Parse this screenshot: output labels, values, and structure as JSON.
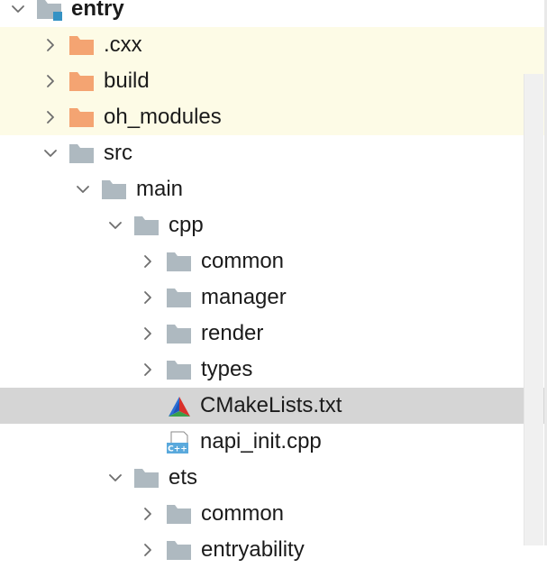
{
  "tree": {
    "rows": [
      {
        "name": "entry",
        "depth": 0,
        "expanded": true,
        "icon": "module-folder-icon",
        "bold": true
      },
      {
        "name": ".cxx",
        "depth": 1,
        "expanded": false,
        "icon": "excluded-folder-icon",
        "excluded": true
      },
      {
        "name": "build",
        "depth": 1,
        "expanded": false,
        "icon": "excluded-folder-icon",
        "excluded": true
      },
      {
        "name": "oh_modules",
        "depth": 1,
        "expanded": false,
        "icon": "excluded-folder-icon",
        "excluded": true
      },
      {
        "name": "src",
        "depth": 1,
        "expanded": true,
        "icon": "folder-icon"
      },
      {
        "name": "main",
        "depth": 2,
        "expanded": true,
        "icon": "folder-icon"
      },
      {
        "name": "cpp",
        "depth": 3,
        "expanded": true,
        "icon": "folder-icon"
      },
      {
        "name": "common",
        "depth": 4,
        "expanded": false,
        "icon": "folder-icon"
      },
      {
        "name": "manager",
        "depth": 4,
        "expanded": false,
        "icon": "folder-icon"
      },
      {
        "name": "render",
        "depth": 4,
        "expanded": false,
        "icon": "folder-icon"
      },
      {
        "name": "types",
        "depth": 4,
        "expanded": false,
        "icon": "folder-icon"
      },
      {
        "name": "CMakeLists.txt",
        "depth": 4,
        "leaf": true,
        "icon": "cmake-icon",
        "selected": true
      },
      {
        "name": "napi_init.cpp",
        "depth": 4,
        "leaf": true,
        "icon": "cpp-file-icon"
      },
      {
        "name": "ets",
        "depth": 3,
        "expanded": true,
        "icon": "folder-icon"
      },
      {
        "name": "common",
        "depth": 4,
        "expanded": false,
        "icon": "folder-icon"
      },
      {
        "name": "entryability",
        "depth": 4,
        "expanded": false,
        "icon": "folder-icon"
      }
    ]
  },
  "colors": {
    "excluded_row_bg": "#fdfbe6",
    "selected_row_bg": "#d5d5d5",
    "folder": "#aeb9c0",
    "excluded_folder": "#f4a472",
    "module_badge": "#3592c4",
    "chevron": "#6e6e6e"
  }
}
